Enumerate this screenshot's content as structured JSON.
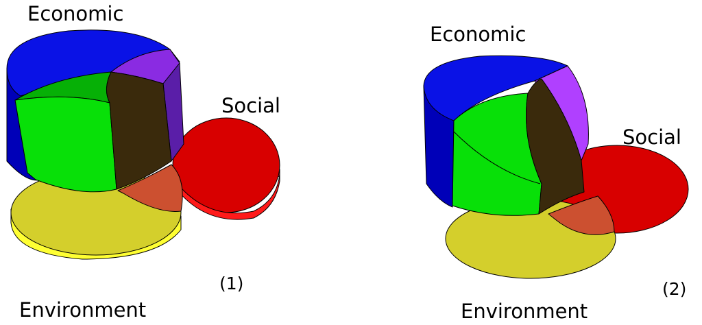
{
  "diagrams": [
    {
      "number_label": "(1)",
      "labels": {
        "economic": "Economic",
        "social": "Social",
        "environment": "Environment"
      }
    },
    {
      "number_label": "(2)",
      "labels": {
        "economic": "Economic",
        "social": "Social",
        "environment": "Environment"
      }
    }
  ],
  "colors": {
    "economic": "#0a12e6",
    "economic_side": "#0000b8",
    "social": "#d80000",
    "social_side": "#ff1a1a",
    "environment": "#d4cf2c",
    "environment_side": "#ffff33",
    "economic_environment": "#08e008",
    "economic_social": "#8a2be2",
    "social_environment": "#cc5030",
    "all_three": "#3a2a0c"
  }
}
